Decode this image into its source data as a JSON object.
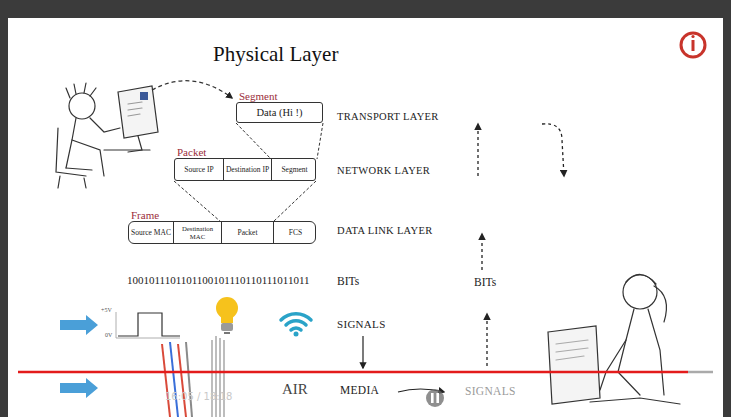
{
  "diagram": {
    "title": "Physical Layer",
    "nodes": [
      {
        "text": [
          "Segment",
          "Data (Hi !)"
        ]
      },
      {
        "text": [
          "Packet"
        ]
      },
      {
        "text": [
          "Source IP"
        ],
        "in": 1
      },
      {
        "text": [
          "Destination IP"
        ],
        "in": 1
      },
      {
        "text": [
          "Segment"
        ],
        "in": 1
      },
      {
        "text": [
          "Frame"
        ]
      },
      {
        "text": [
          "Source MAC"
        ],
        "in": 5
      },
      {
        "text": [
          "Destination MAC"
        ],
        "in": 5
      },
      {
        "text": [
          "Packet"
        ],
        "in": 5
      },
      {
        "text": [
          "FCS"
        ],
        "in": 5
      }
    ],
    "edges": [
      {
        "from": 0,
        "to": 4,
        "arrow": "none"
      },
      {
        "from": 1,
        "to": 8,
        "arrow": "none"
      }
    ],
    "labels": [
      "TRANSPORT LAYER",
      "NETWORK LAYER",
      "DATA LINK LAYER",
      "1001011101101100101110110111011011",
      "BITs",
      "BITs",
      "+5V",
      "0V",
      "SIGNALS",
      "16:05 / 18:18",
      "AIR",
      "MEDIA",
      "SIGNALS"
    ]
  }
}
